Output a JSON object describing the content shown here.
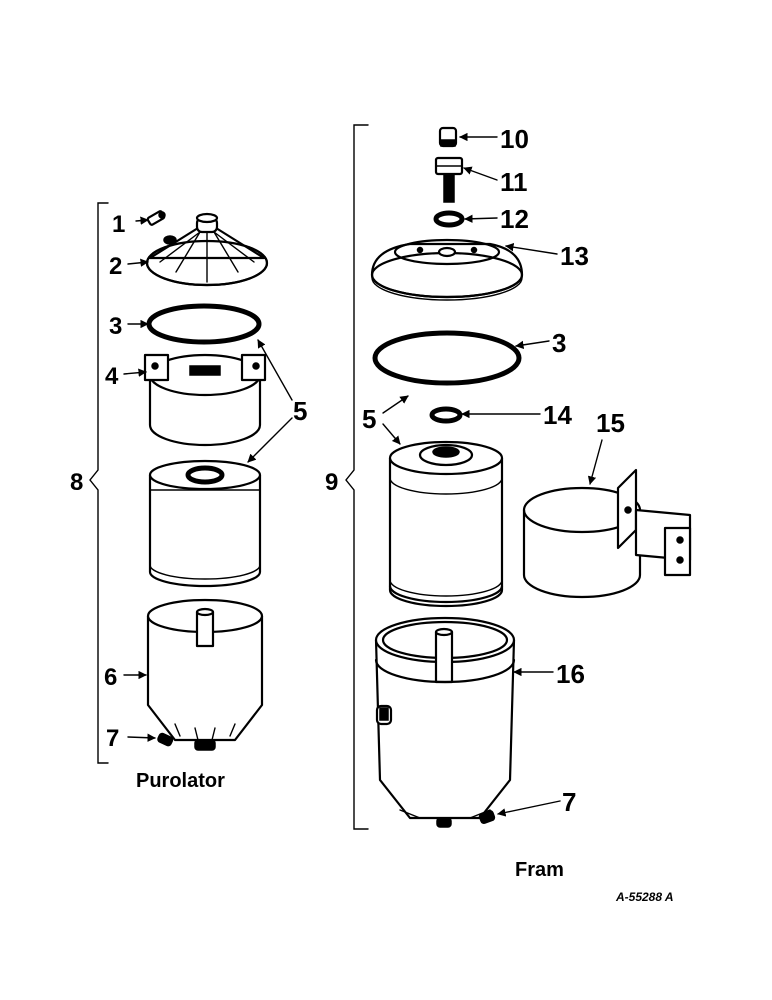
{
  "diagram": {
    "assemblies": {
      "purolator": {
        "caption": "Purolator",
        "group_label": "8"
      },
      "fram": {
        "caption": "Fram",
        "group_label": "9"
      }
    },
    "callouts": {
      "left": [
        "1",
        "2",
        "3",
        "4",
        "5",
        "6",
        "7"
      ],
      "right": [
        "10",
        "11",
        "12",
        "13",
        "3",
        "5",
        "14",
        "15",
        "16",
        "7"
      ]
    },
    "reference_code": "A-55288 A"
  }
}
